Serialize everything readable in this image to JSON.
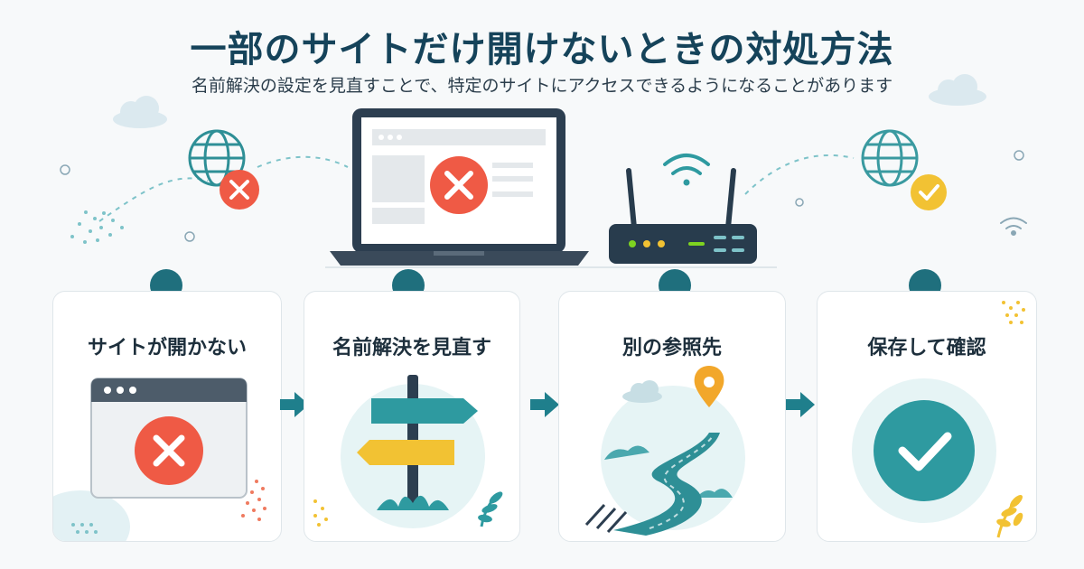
{
  "header": {
    "title": "一部のサイトだけ開けないときの対処方法",
    "subtitle": "名前解決の設定を見直すことで、特定のサイトにアクセスできるようになることがあります"
  },
  "steps": [
    {
      "label": "サイトが開かない",
      "icon": "browser-error-icon"
    },
    {
      "label": "名前解決を見直す",
      "icon": "signpost-icon"
    },
    {
      "label": "別の参照先",
      "icon": "winding-road-icon"
    },
    {
      "label": "保存して確認",
      "icon": "check-circle-icon"
    }
  ],
  "colors": {
    "teal": "#1f7f8c",
    "teal_light": "#e6f4f5",
    "error_red": "#ef5a45",
    "success_yellow": "#f2c233",
    "navy": "#283c4d"
  }
}
